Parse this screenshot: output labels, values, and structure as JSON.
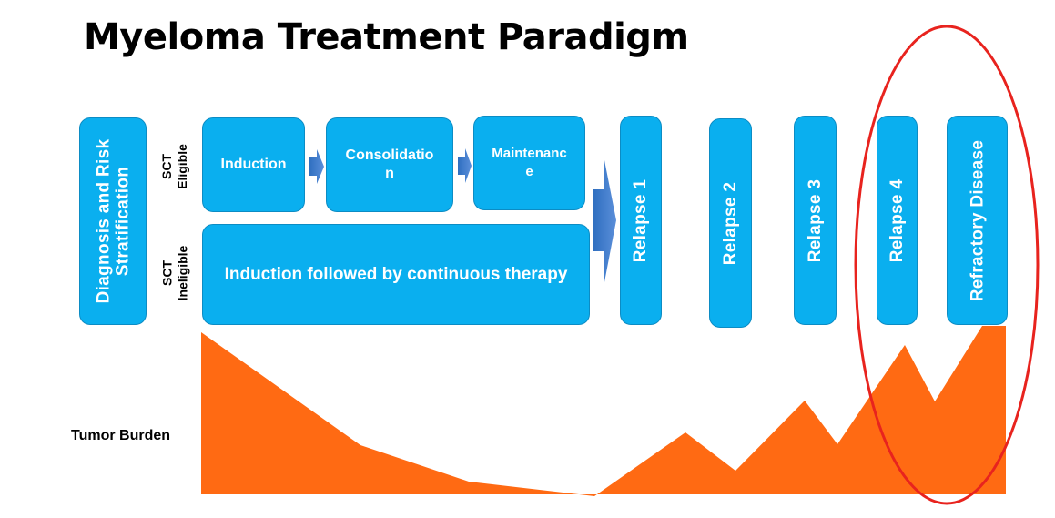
{
  "title": "Myeloma Treatment Paradigm",
  "stages": {
    "diagnosis": "Diagnosis and Risk\nStratification",
    "sct_eligible": "SCT\nEligible",
    "sct_ineligible": "SCT\nIneligible",
    "induction": "Induction",
    "consolidation": "Consolidatio\nn",
    "maintenance": "Maintenanc\ne",
    "continuous": "Induction followed by continuous therapy",
    "relapse1": "Relapse 1",
    "relapse2": "Relapse 2",
    "relapse3": "Relapse 3",
    "relapse4": "Relapse 4",
    "refractory": "Refractory Disease"
  },
  "tumor_burden_label": "Tumor Burden",
  "colors": {
    "box": "#0AAFEF",
    "arrow": "#3A75C4",
    "tumor": "#FF6A13",
    "highlight": "#E8231E"
  }
}
